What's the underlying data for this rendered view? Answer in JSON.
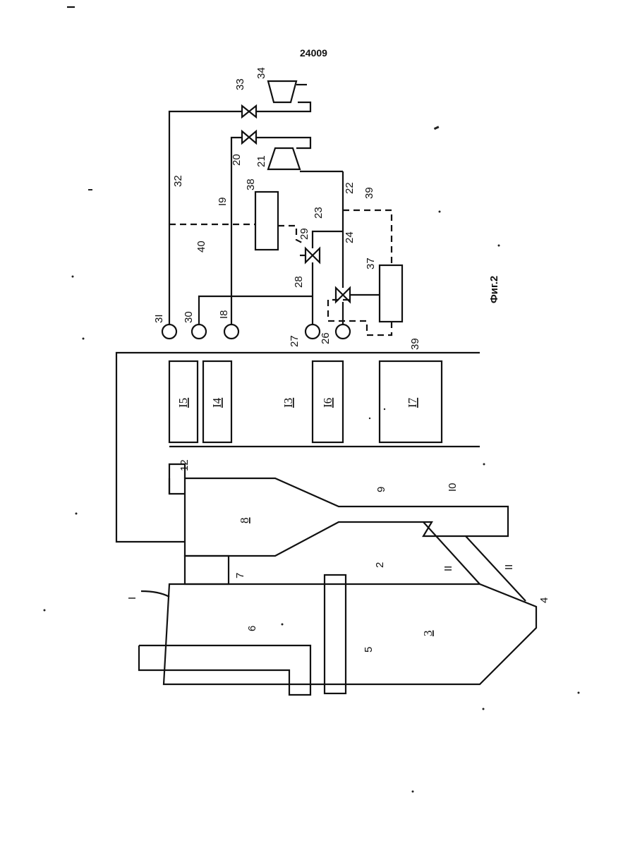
{
  "document": {
    "number": "24009",
    "figure_caption": "Фиг.2"
  },
  "labels": {
    "l1": "I",
    "l2": "2",
    "l3": "3",
    "l4": "4",
    "l5": "5",
    "l6": "6",
    "l7": "7",
    "l8": "8",
    "l9": "9",
    "l10": "I0",
    "l11a": "II",
    "l11b": "II",
    "l12": "12",
    "l13": "I3",
    "l14": "I4",
    "l15": "I5",
    "l16": "I6",
    "l17": "I7",
    "l18": "I8",
    "l19": "I9",
    "l20": "20",
    "l21": "21",
    "l22": "22",
    "l23": "23",
    "l24": "24",
    "l26": "26",
    "l27": "27",
    "l28": "28",
    "l29": "29",
    "l30": "30",
    "l31": "3I",
    "l32": "32",
    "l33": "33",
    "l34": "34",
    "l37": "37",
    "l38": "38",
    "l39a": "39",
    "l39b": "39",
    "l40": "40"
  }
}
